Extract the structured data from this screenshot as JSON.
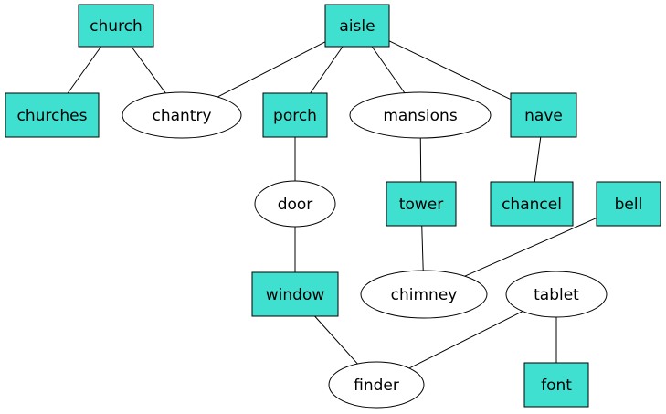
{
  "nodes": [
    {
      "id": "church",
      "label": "church",
      "shape": "box"
    },
    {
      "id": "aisle",
      "label": "aisle",
      "shape": "box"
    },
    {
      "id": "churches",
      "label": "churches",
      "shape": "box"
    },
    {
      "id": "chantry",
      "label": "chantry",
      "shape": "ellipse"
    },
    {
      "id": "porch",
      "label": "porch",
      "shape": "box"
    },
    {
      "id": "mansions",
      "label": "mansions",
      "shape": "ellipse"
    },
    {
      "id": "nave",
      "label": "nave",
      "shape": "box"
    },
    {
      "id": "door",
      "label": "door",
      "shape": "ellipse"
    },
    {
      "id": "tower",
      "label": "tower",
      "shape": "box"
    },
    {
      "id": "chancel",
      "label": "chancel",
      "shape": "box"
    },
    {
      "id": "bell",
      "label": "bell",
      "shape": "box"
    },
    {
      "id": "window",
      "label": "window",
      "shape": "box"
    },
    {
      "id": "chimney",
      "label": "chimney",
      "shape": "ellipse"
    },
    {
      "id": "tablet",
      "label": "tablet",
      "shape": "ellipse"
    },
    {
      "id": "finder",
      "label": "finder",
      "shape": "ellipse"
    },
    {
      "id": "font",
      "label": "font",
      "shape": "box"
    }
  ],
  "edges": [
    [
      "church",
      "churches"
    ],
    [
      "church",
      "chantry"
    ],
    [
      "aisle",
      "chantry"
    ],
    [
      "aisle",
      "porch"
    ],
    [
      "aisle",
      "mansions"
    ],
    [
      "aisle",
      "nave"
    ],
    [
      "porch",
      "door"
    ],
    [
      "mansions",
      "tower"
    ],
    [
      "nave",
      "chancel"
    ],
    [
      "door",
      "window"
    ],
    [
      "tower",
      "chimney"
    ],
    [
      "bell",
      "chimney"
    ],
    [
      "window",
      "finder"
    ],
    [
      "tablet",
      "finder"
    ],
    [
      "tablet",
      "font"
    ]
  ],
  "colors": {
    "box_fill": "#40e0d0",
    "ellipse_fill": "#ffffff",
    "stroke": "#000000"
  }
}
